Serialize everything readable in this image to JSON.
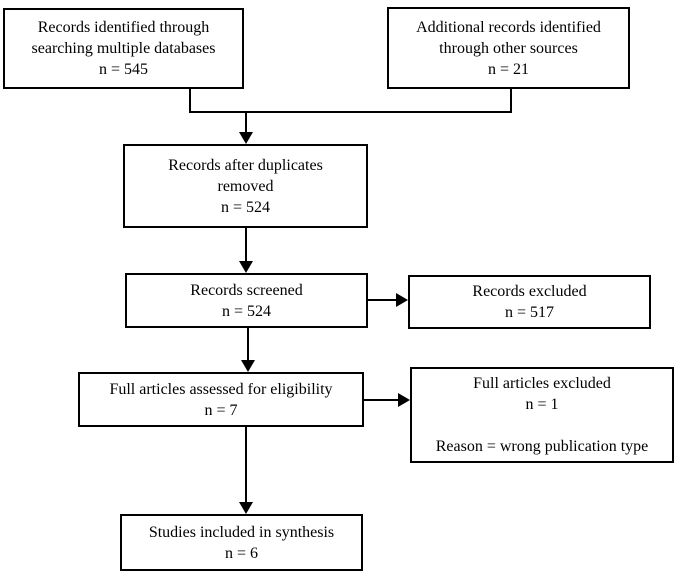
{
  "diagram": {
    "type": "flowchart",
    "colors": {
      "line": "#000000",
      "text": "#000000",
      "background": "#ffffff"
    },
    "boxes": {
      "identified_databases": {
        "lines": [
          "Records identified through",
          "searching multiple databases",
          "n = 545"
        ]
      },
      "identified_other": {
        "lines": [
          "Additional records identified",
          "through other sources",
          "n = 21"
        ]
      },
      "after_duplicates": {
        "lines": [
          "Records after duplicates",
          "removed",
          "n = 524"
        ]
      },
      "screened": {
        "lines": [
          "Records screened",
          "n = 524"
        ]
      },
      "records_excluded": {
        "lines": [
          "Records excluded",
          "n = 517"
        ]
      },
      "assessed": {
        "lines": [
          "Full articles assessed for eligibility",
          "n = 7"
        ]
      },
      "articles_excluded": {
        "lines": [
          "Full articles excluded",
          "n = 1",
          "",
          "Reason = wrong publication type"
        ]
      },
      "included": {
        "lines": [
          "Studies included in synthesis",
          "n = 6"
        ]
      }
    }
  }
}
